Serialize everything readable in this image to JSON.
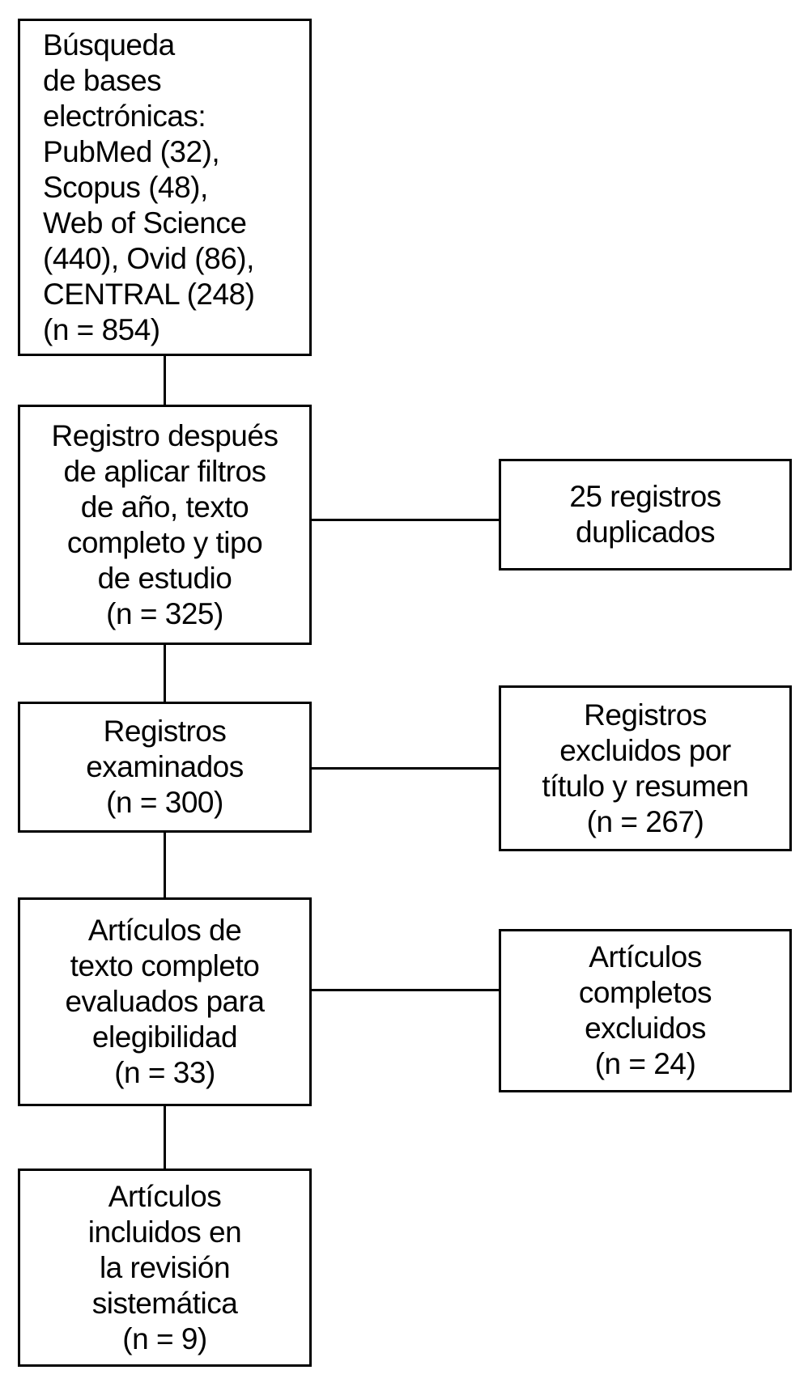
{
  "flowchart": {
    "main_boxes": [
      {
        "id": "database-search",
        "text": "Búsqueda\nde bases\nelectrónicas:\nPubMed (32),\nScopus (48),\nWeb of Science\n(440), Ovid (86),\nCENTRAL (248)\n(n = 854)"
      },
      {
        "id": "after-filters",
        "text": "Registro después\nde aplicar filtros\nde año, texto\ncompleto y tipo\nde estudio\n(n = 325)"
      },
      {
        "id": "records-screened",
        "text": "Registros\nexaminados\n(n = 300)"
      },
      {
        "id": "fulltext-assessed",
        "text": "Artículos de\ntexto completo\nevaluados para\nelegibilidad\n(n = 33)"
      },
      {
        "id": "included",
        "text": "Artículos\nincluidos en\nla revisión\nsistemática\n(n = 9)"
      }
    ],
    "side_boxes": [
      {
        "id": "duplicates-excluded",
        "text": "25 registros\nduplicados"
      },
      {
        "id": "title-abstract-excluded",
        "text": "Registros\nexcluidos por\ntítulo y resumen\n(n = 267)"
      },
      {
        "id": "fulltext-excluded",
        "text": "Artículos\ncompletos\nexcluidos\n(n = 24)"
      }
    ],
    "colors": {
      "line": "#000000",
      "text": "#000000",
      "background": "#ffffff"
    }
  }
}
